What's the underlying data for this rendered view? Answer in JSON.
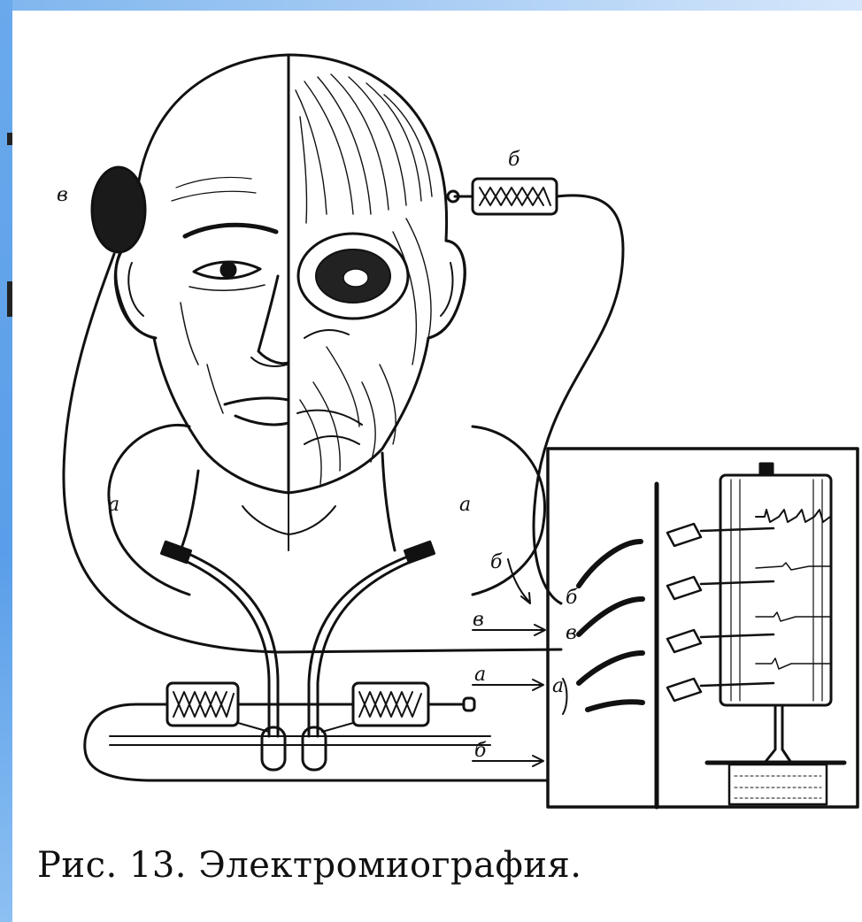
{
  "caption": "Рис. 13. Электромиография.",
  "labels": {
    "a": "а",
    "b": "б",
    "v": "в"
  },
  "colors": {
    "ink": "#111111",
    "frame_blue": "#6aa9ec",
    "background": "#ffffff"
  }
}
